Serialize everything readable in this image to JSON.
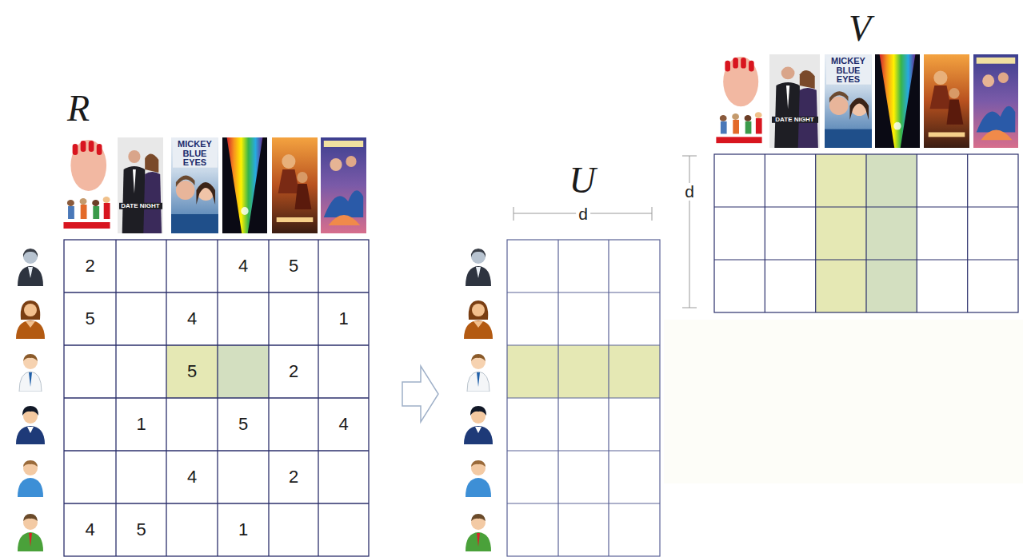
{
  "diagram": {
    "labels": [
      "V",
      "MICKEY BLUE EYES",
      "DATE NIGHT",
      "R",
      "MICKEY BLUE EYES",
      "DATE NIGHT",
      "U",
      "d",
      "d",
      "2",
      "4",
      "5",
      "5",
      "4",
      "1",
      "5",
      "2",
      "1",
      "5",
      "4",
      "4",
      "2",
      "4",
      "5",
      "1"
    ]
  }
}
